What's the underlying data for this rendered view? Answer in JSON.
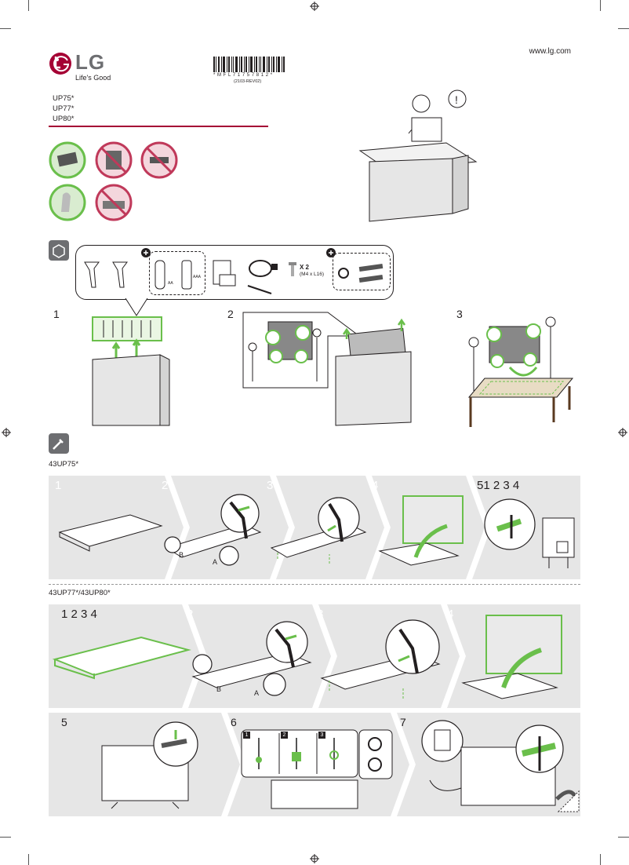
{
  "header": {
    "website": "www.lg.com",
    "brand": "LG",
    "tagline": "Life's Good",
    "barcode_text": "* M F L 7 1 7 5 7 8 1 2 *",
    "barcode_rev": "(2103-REV02)"
  },
  "models": [
    "UP75*",
    "UP77*",
    "UP80*"
  ],
  "accessories": {
    "screw_count": "X 2",
    "screw_spec": "(M4 x L16)",
    "battery_aa": "AA",
    "battery_aaa": "AAA"
  },
  "unpacking_steps": [
    "1",
    "2",
    "3"
  ],
  "section_43up75": {
    "title": "43UP75*",
    "steps": [
      "1",
      "2",
      "3",
      "4",
      "51 2 3 4"
    ],
    "label_b": "B",
    "label_a": "A"
  },
  "section_43up77": {
    "title": "43UP77*/43UP80*",
    "steps_row1": [
      "1 2 3 4",
      "2",
      "3",
      "4"
    ],
    "steps_row2": [
      "5",
      "6",
      "7"
    ],
    "label_b": "B",
    "label_a": "A",
    "substeps": [
      "1",
      "2",
      "3"
    ]
  },
  "colors": {
    "brand": "#a50034",
    "accent_green": "#6abf4b",
    "warning": "#c0395a",
    "band": "#e6e6e6"
  }
}
